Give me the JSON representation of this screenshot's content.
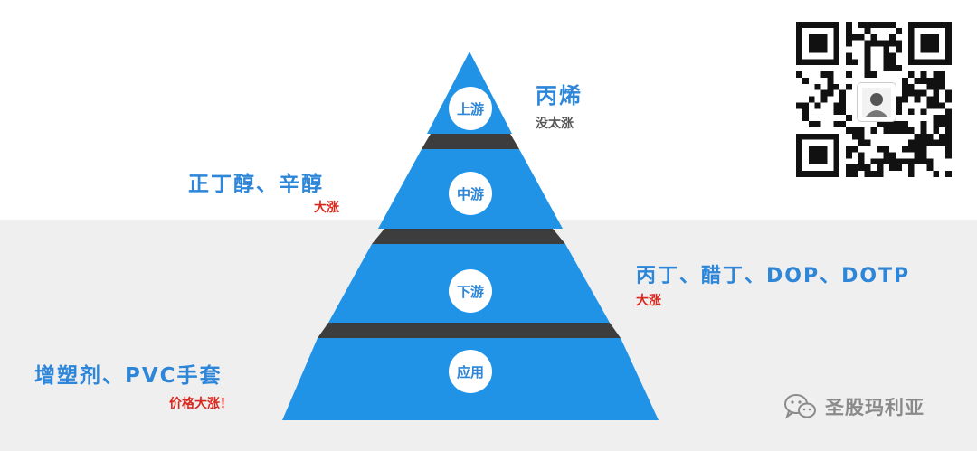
{
  "pyramid": {
    "levels": [
      {
        "badge": "上游"
      },
      {
        "badge": "中游"
      },
      {
        "badge": "下游"
      },
      {
        "badge": "应用"
      }
    ],
    "color": "#2193e6",
    "band_color": "#3d3d3d"
  },
  "annotations": {
    "upstream": {
      "title": "丙烯",
      "status": "没太涨"
    },
    "midstream": {
      "title": "正丁醇、辛醇",
      "status": "大涨"
    },
    "downstream": {
      "title": "丙丁、醋丁、DOP、DOTP",
      "status": "大涨"
    },
    "application": {
      "title": "增塑剂、PVC手套",
      "status": "价格大涨！"
    }
  },
  "colors": {
    "accent_blue": "#2d86d8",
    "status_red": "#d8281e",
    "status_gray": "#555555"
  },
  "qr_code": {
    "icon": "qr-code-icon"
  },
  "watermark": {
    "text": "圣股玛利亚",
    "icon": "wechat-icon"
  }
}
